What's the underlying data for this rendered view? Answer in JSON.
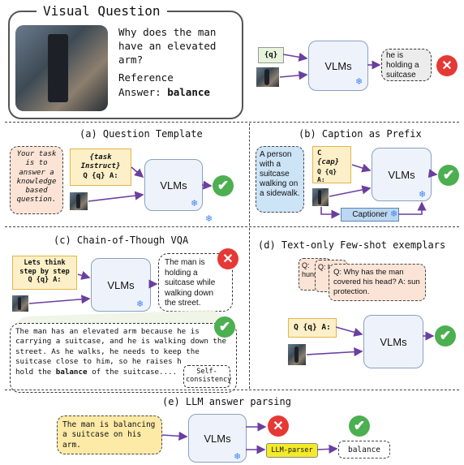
{
  "top": {
    "title": "Visual Question",
    "question": "Why does the man have an elevated arm?",
    "reference_label": "Reference",
    "answer_label": "Answer:",
    "answer_value": "balance",
    "q_token": "{q}",
    "vlm": "VLMs",
    "wrong_output": "he is holding a suitcase"
  },
  "a": {
    "title": "(a) Question Template",
    "instruction": "Your task is to answer a knowledge based question.",
    "template_line1": "{task Instruct}",
    "template_line2": "Q {q} A:",
    "vlm": "VLMs"
  },
  "b": {
    "title": "(b) Caption as Prefix",
    "caption": "A person with a suitcase walking on a sidewalk.",
    "template_line1": "C",
    "template_line2": "{cap}",
    "template_line3": "Q {q} A:",
    "vlm": "VLMs",
    "captioner": "Captioner"
  },
  "c": {
    "title": "(c) Chain-of-Though VQA",
    "prompt": "Lets think step by step Q {q} A:",
    "vlm": "VLMs",
    "output": "The man is holding a suitcase while walking down the street.",
    "reasoning_pre": "The man has an elevated arm because he is carrying a suitcase, and he is walking down the street. As he walks, he needs to keep the suitcase close to him, so he raises h",
    "reasoning_mid": "hold the ",
    "reasoning_bold": "balance",
    "reasoning_post": " of the suitcase....",
    "consistency": "Self-consistency"
  },
  "d": {
    "title": "(d) Text-only Few-shot exemplars",
    "card_back1": "Q: hunch",
    "card_back2": "Q: h",
    "card_front": "Q: Why has the man covered his head? A: sun protection.",
    "prompt": "Q {q} A:",
    "vlm": "VLMs"
  },
  "e": {
    "title": "(e) LLM answer parsing",
    "output": "The man is balancing a suitcase on his arm.",
    "vlm": "VLMs",
    "parser": "LLM-parser",
    "result": "balance"
  }
}
